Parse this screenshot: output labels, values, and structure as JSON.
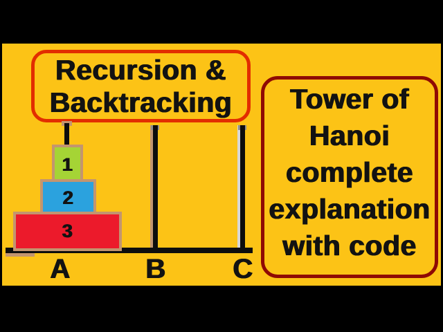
{
  "colors": {
    "background": "#000000",
    "canvas_bg": "#fcc316",
    "title_box_border": "#e22d00",
    "info_box_border": "#8f0a04",
    "disk_border": "#c3956f",
    "peg": "#0d0d0d",
    "peg_cap": "#8e8e8e",
    "text": "#121212"
  },
  "title_box": {
    "lines": [
      "Recursion &",
      "Backtracking"
    ]
  },
  "info_box": {
    "lines": [
      "Tower of",
      "Hanoi",
      "complete",
      "explanation",
      "with code"
    ]
  },
  "hanoi": {
    "disks": [
      {
        "label": "1",
        "color": "#a5d435"
      },
      {
        "label": "2",
        "color": "#2ba2de"
      },
      {
        "label": "3",
        "color": "#ec1a2b"
      }
    ],
    "peg_labels": [
      "A",
      "B",
      "C"
    ]
  }
}
